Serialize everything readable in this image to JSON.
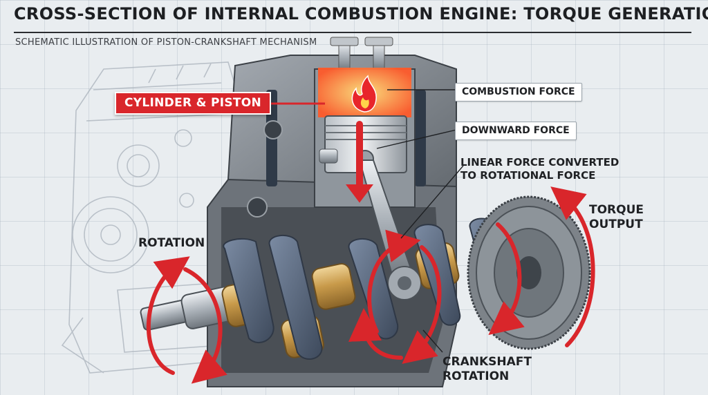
{
  "header": {
    "title": "CROSS-SECTION OF INTERNAL COMBUSTION ENGINE: TORQUE GENERATION",
    "subtitle": "SCHEMATIC ILLUSTRATION OF PISTON-CRANKSHAFT MECHANISM"
  },
  "labels": {
    "cylinder_piston": "CYLINDER & PISTON",
    "combustion_force": "COMBUSTION FORCE",
    "downward_force": "DOWNWARD FORCE",
    "linear_force_line1": "LINEAR FORCE CONVERTED",
    "linear_force_line2": "TO ROTATIONAL FORCE",
    "torque_line1": "TORQUE",
    "torque_line2": "OUTPUT",
    "rotation": "ROTATION",
    "crankshaft_line1": "CRANKSHAFT",
    "crankshaft_line2": "ROTATION"
  },
  "icons": [
    "flame-icon"
  ],
  "colors": {
    "accent_red": "#d9262b",
    "combustion_orange": "#f26b2a",
    "engine_block": "#7a8087",
    "brass": "#c89a4a"
  }
}
